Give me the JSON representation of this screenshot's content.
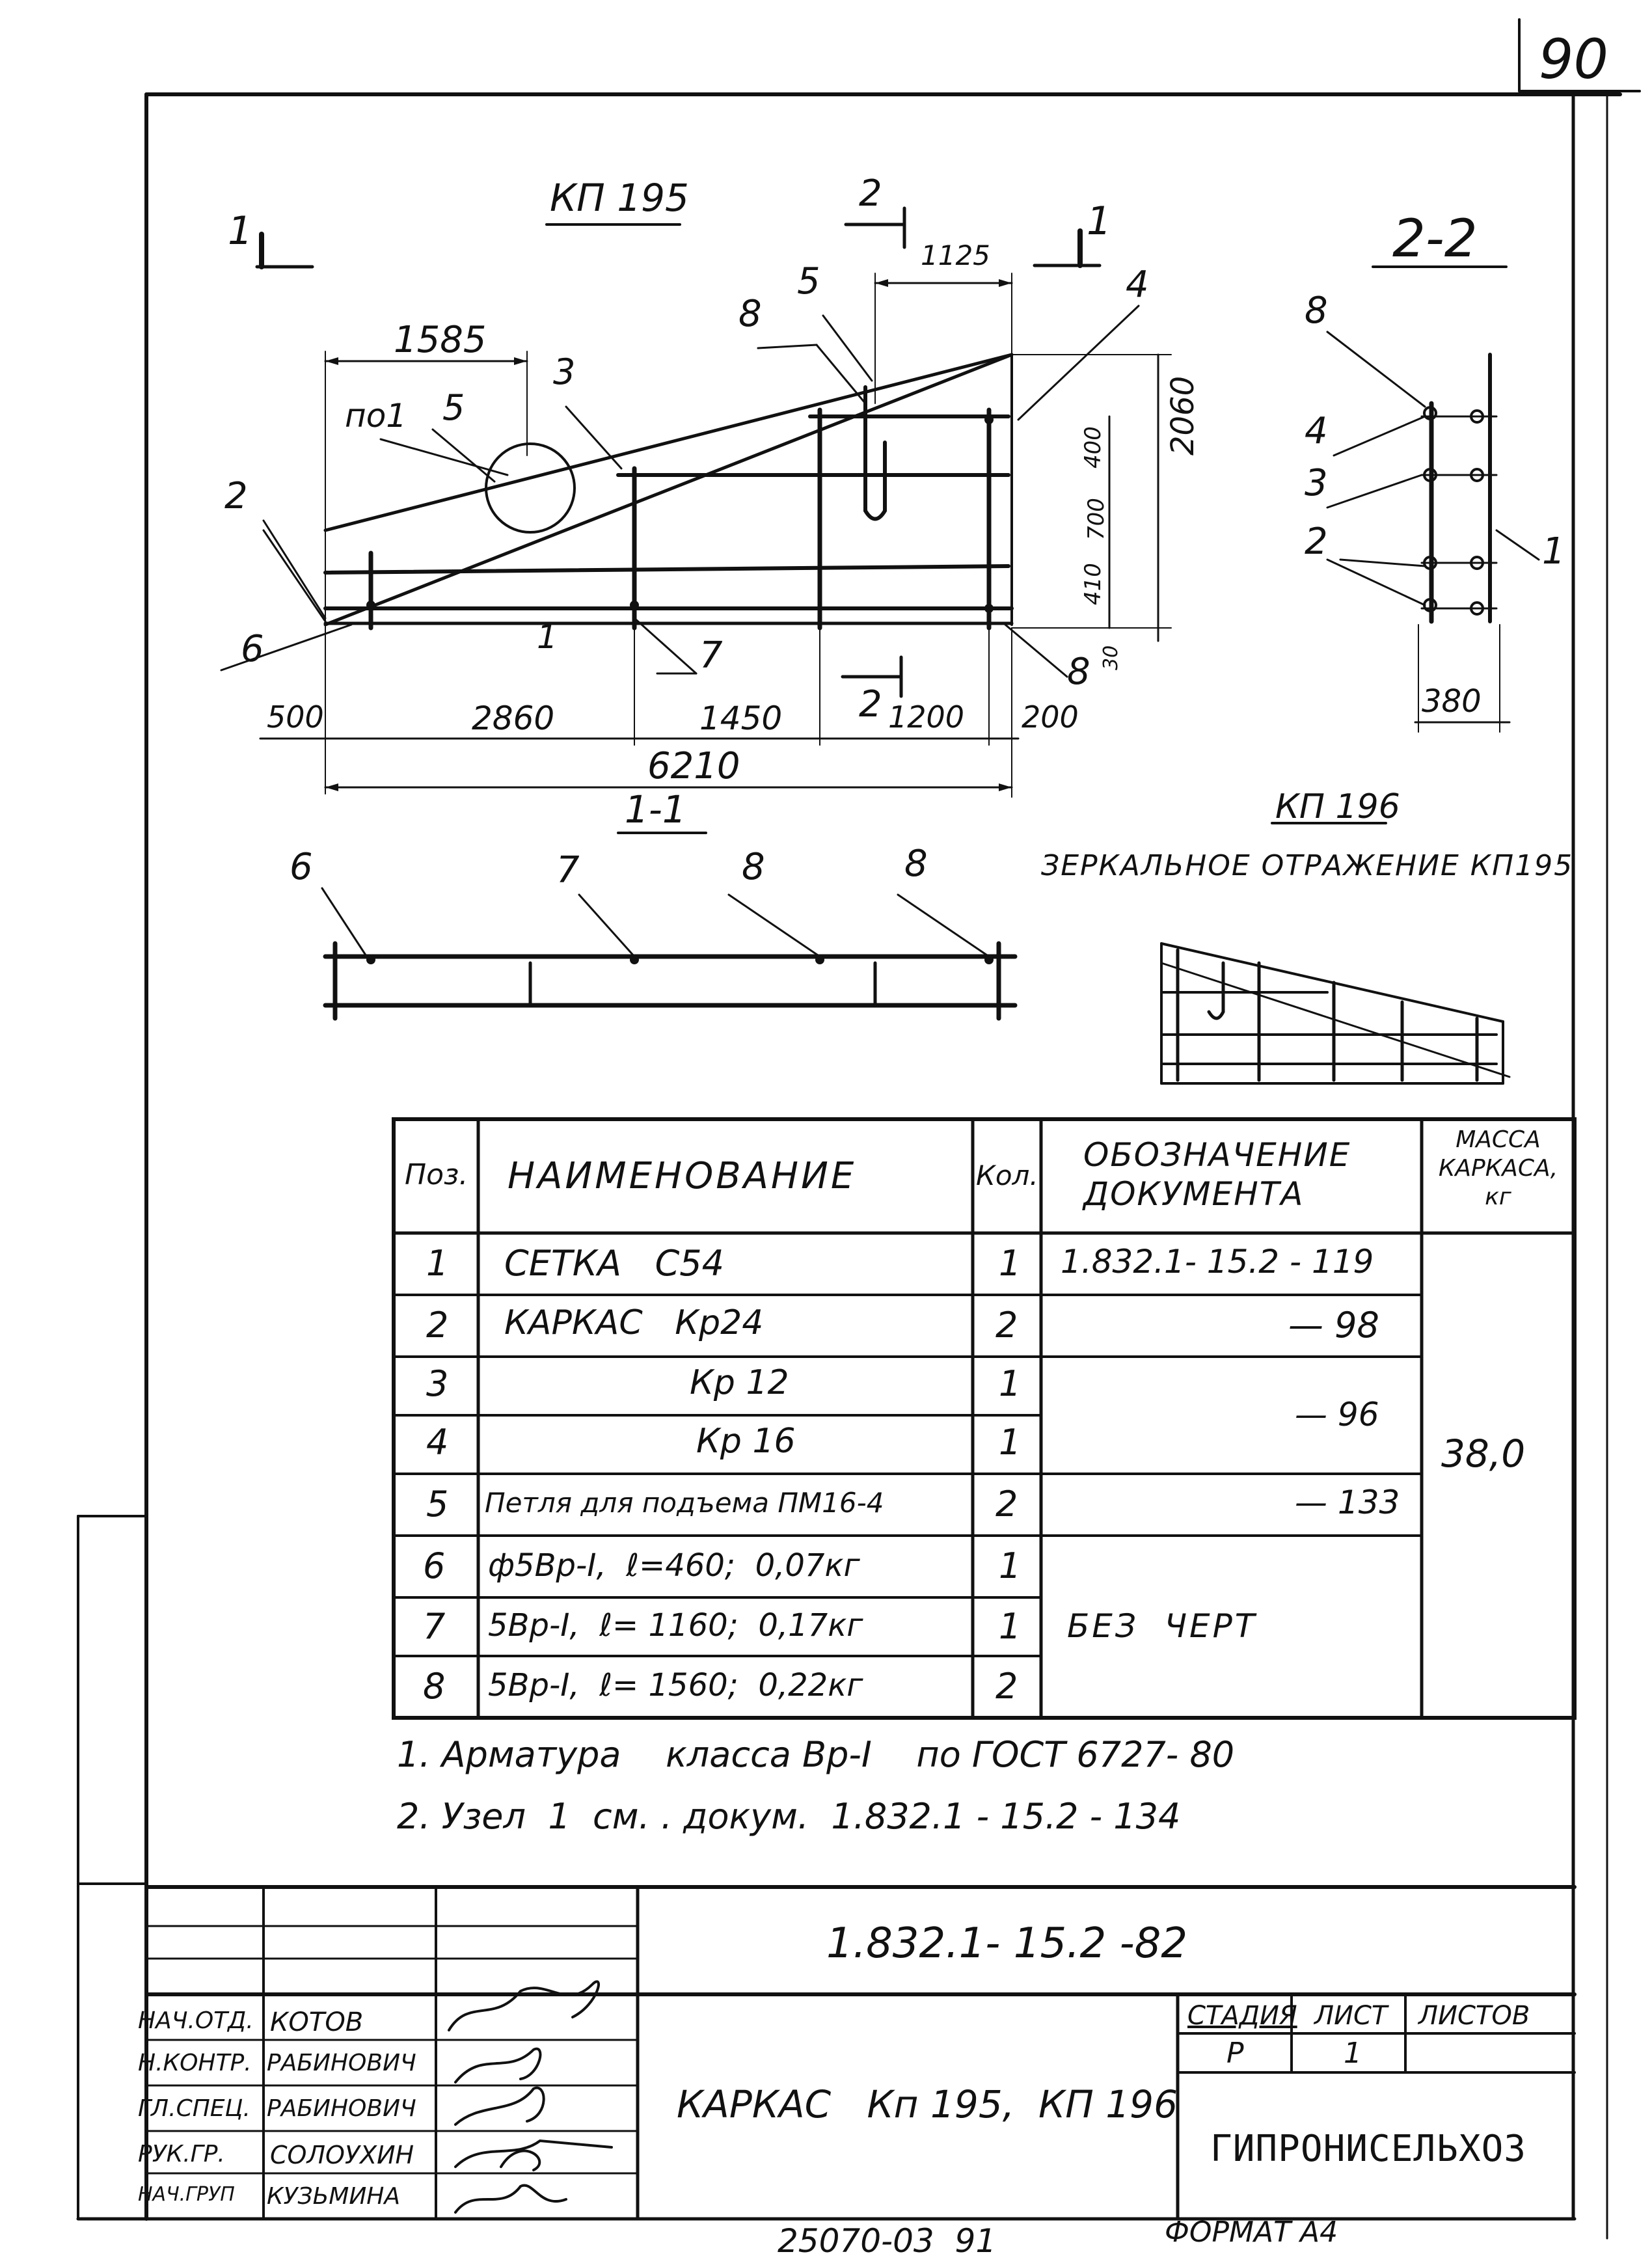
{
  "sheet_number": "90",
  "drawing": {
    "title_kp195": "КП 195",
    "view_1_left": "1",
    "view_1_right": "1",
    "view_2_top": "2",
    "view_2_bottom": "2",
    "section_2_2": "2-2",
    "section_1_1": "1-1",
    "node_label": "по1",
    "dims": {
      "d1585": "1585",
      "d1125": "1125",
      "d2060": "2060",
      "d400": "400",
      "d700": "700",
      "d410": "410",
      "d30": "30",
      "d500": "500",
      "d2860": "2860",
      "d1450": "1450",
      "d1200": "1200",
      "d200": "200",
      "d6210": "6210",
      "d380": "380"
    },
    "callouts": {
      "c1": "1",
      "c2": "2",
      "c3": "3",
      "c4": "4",
      "c5": "5",
      "c5b": "5",
      "c6": "6",
      "c7": "7",
      "c8": "8",
      "c8b": "8",
      "s8": "8",
      "s4": "4",
      "s3": "3",
      "s2": "2",
      "s1": "1",
      "t6": "6",
      "t7": "7",
      "t8a": "8",
      "t8b": "8"
    },
    "kp196_title": "КП 196",
    "kp196_note": "ЗЕРКАЛЬНОЕ ОТРАЖЕНИЕ КП195"
  },
  "spec_table": {
    "headers": {
      "pos": "Поз.",
      "name": "НАИМЕНОВАНИЕ",
      "qty": "Кол.",
      "doc": "ОБОЗНАЧЕНИЕ ДОКУМЕНТА",
      "mass": "МАССА КАРКАСА, кг"
    },
    "rows": [
      {
        "pos": "1",
        "name": "СЕТКА   С54",
        "qty": "1",
        "doc": "1.832.1- 15.2 - 119"
      },
      {
        "pos": "2",
        "name": "КАРКАС   Кр24",
        "qty": "2",
        "doc": "— 98"
      },
      {
        "pos": "3",
        "name": "Кр 12",
        "qty": "1",
        "doc": ""
      },
      {
        "pos": "4",
        "name": "Кр 16",
        "qty": "1",
        "doc": "— 96"
      },
      {
        "pos": "5",
        "name": "Петля для подъема ПМ16-4",
        "qty": "2",
        "doc": "— 133"
      },
      {
        "pos": "6",
        "name": "ф5Вр-I,  ℓ=460;  0,07кг",
        "qty": "1",
        "doc": ""
      },
      {
        "pos": "7",
        "name": "5Вр-I,  ℓ= 1160;  0,17кг",
        "qty": "1",
        "doc": "БЕЗ  ЧЕРТ"
      },
      {
        "pos": "8",
        "name": "5Вр-I,  ℓ= 1560;  0,22кг",
        "qty": "2",
        "doc": ""
      }
    ],
    "mass_value": "38,0"
  },
  "notes": [
    "1. Арматура    класса Вр-I    по ГОСТ 6727- 80",
    "2. Узел  1  см. . докум.  1.832.1 - 15.2 - 134"
  ],
  "title_block": {
    "doc_code": "1.832.1- 15.2 -82",
    "roles": [
      "НАЧ.ОТД.",
      "Н.КОНТР.",
      "ГЛ.СПЕЦ.",
      "РУК.ГР.",
      "НАЧ.ГРУП"
    ],
    "names": [
      "КОТОВ",
      "РАБИНОВИЧ",
      "РАБИНОВИЧ",
      "СОЛОУХИН",
      "КУЗЬМИНА"
    ],
    "drawing_title": "КАРКАС   Кп 195,  КП 196",
    "stage_label": "СТАДИЯ",
    "sheet_label": "ЛИСТ",
    "sheets_label": "ЛИСТОВ",
    "stage_value": "Р",
    "sheet_value": "1",
    "organization": "ГИПРОНИСЕЛЬХОЗ"
  },
  "footer": {
    "inventory": "25070-03  91",
    "format": "ФОРМАТ А4"
  }
}
